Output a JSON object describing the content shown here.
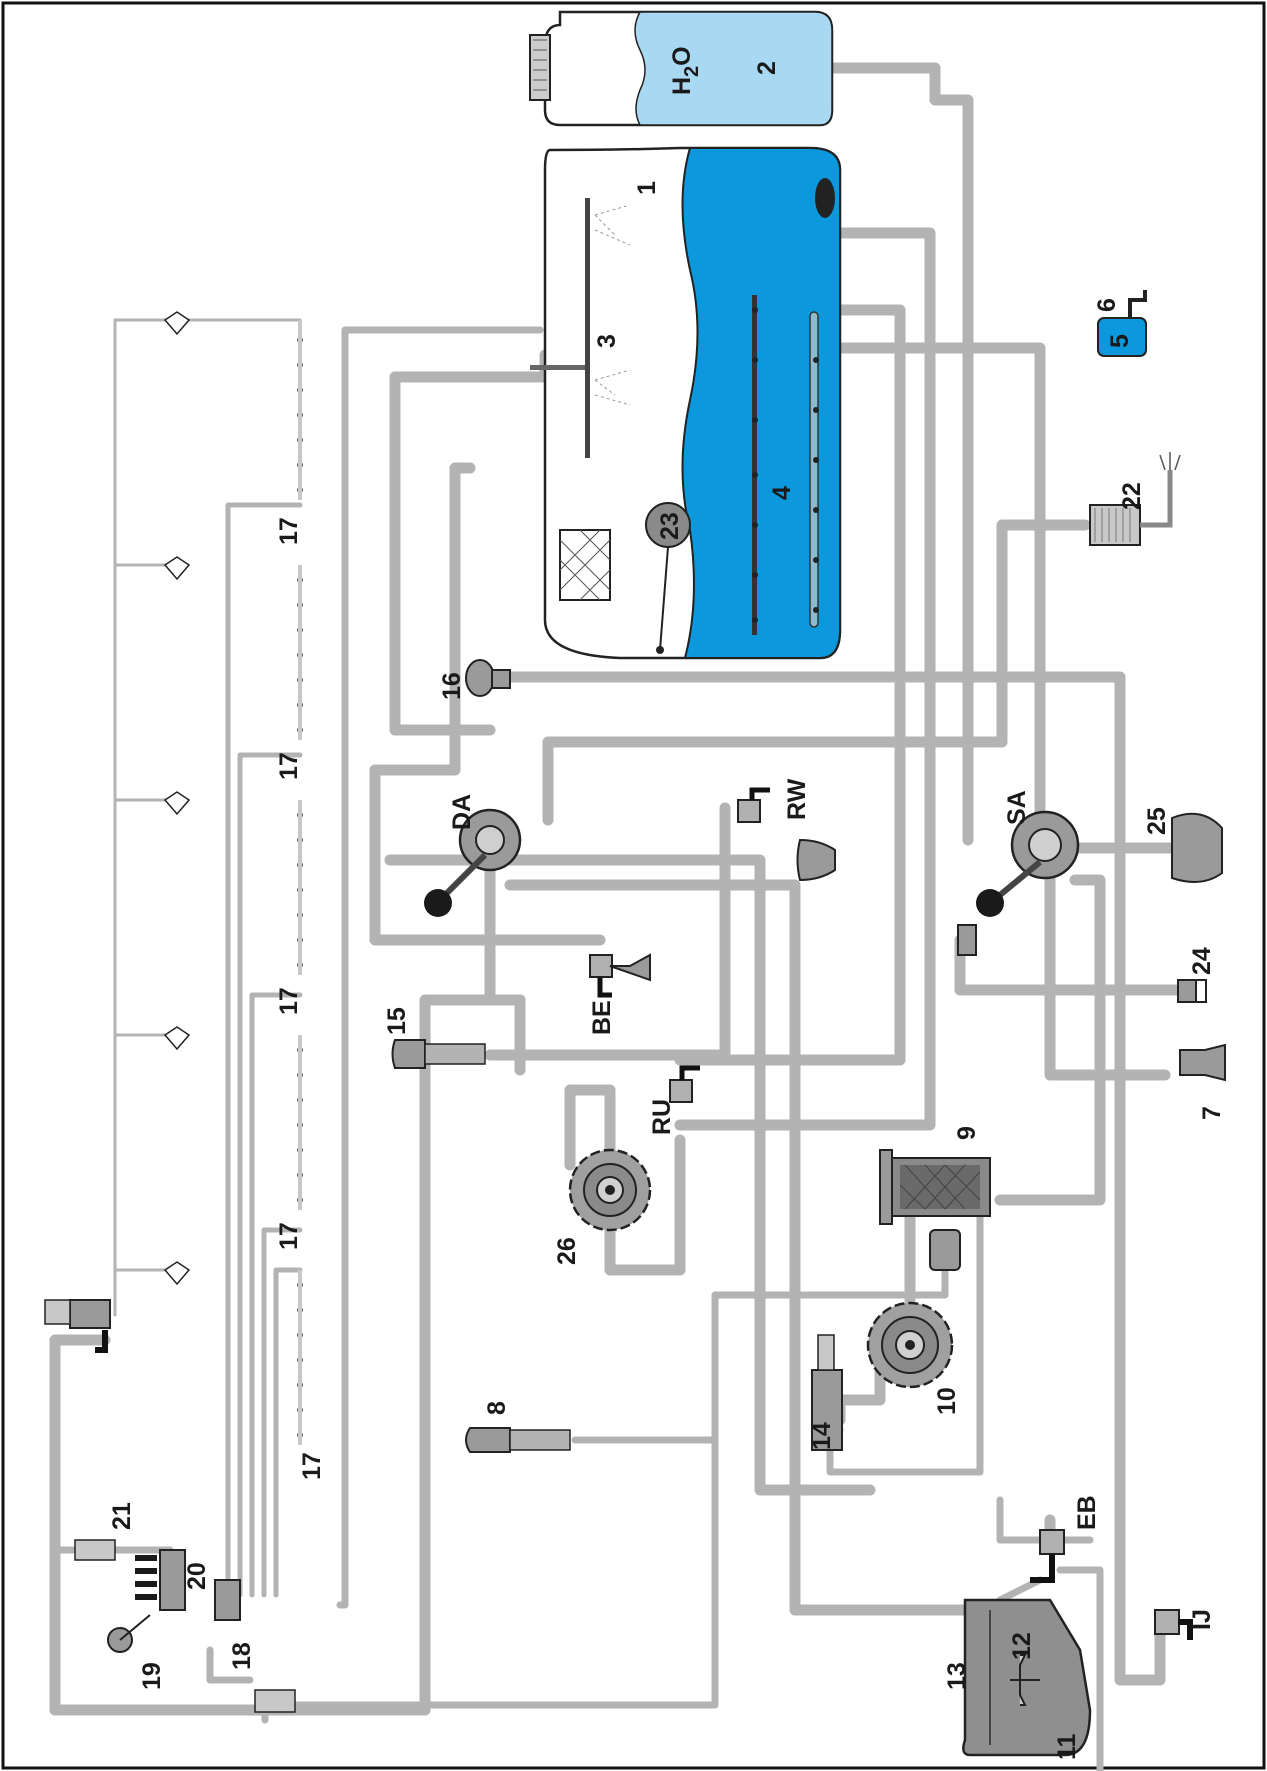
{
  "diagram": {
    "labels": {
      "l1": "1",
      "l2": "2",
      "l3": "3",
      "l4": "4",
      "l5": "5",
      "l6": "6",
      "l7": "7",
      "l8": "8",
      "l9": "9",
      "l10": "10",
      "l11": "11",
      "l12": "12",
      "l13": "13",
      "l14": "14",
      "l15": "15",
      "l16": "16",
      "l17a": "17",
      "l17b": "17",
      "l17c": "17",
      "l17d": "17",
      "l17e": "17",
      "l18": "18",
      "l19": "19",
      "l20": "20",
      "l21": "21",
      "l22": "22",
      "l23": "23",
      "l24": "24",
      "l25": "25",
      "l26": "26",
      "da": "DA",
      "sa": "SA",
      "rw": "RW",
      "ru": "RU",
      "be": "BE",
      "eb": "EB",
      "ij": "IJ"
    },
    "h2o_label": "H",
    "h2o_sub": "2",
    "h2o_label_end": "O",
    "colors": {
      "tank_liquid": "#0b98dd",
      "clean_water": "#a9d9f2",
      "pipe": "#b3b3b3",
      "component": "#8a8a8a",
      "dark": "#1a1a1a"
    }
  }
}
